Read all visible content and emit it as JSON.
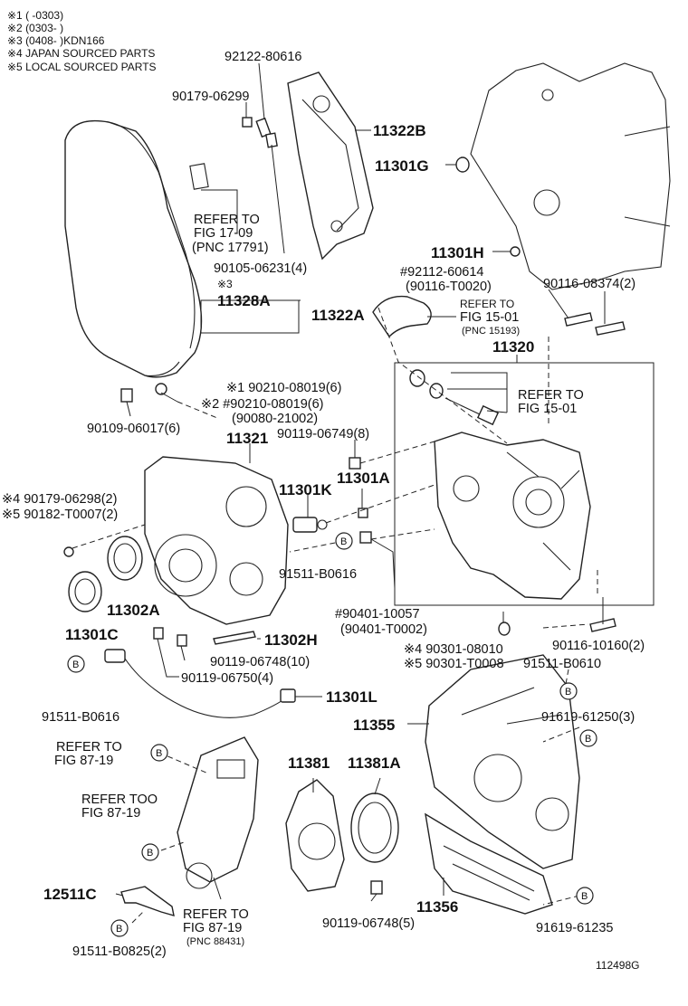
{
  "notes": [
    "※1 (      -0303)",
    "※2 (0303-      )",
    "※3 (0408-      )KDN166",
    "※4 JAPAN SOURCED PARTS",
    "※5 LOCAL SOURCED PARTS"
  ],
  "labels": {
    "p92122_80616": "92122-80616",
    "p90179_06299": "90179-06299",
    "p11322B": "11322B",
    "p11301G": "11301G",
    "refer_17_09_a": "REFER TO",
    "refer_17_09_b": "FIG 17-09",
    "refer_17_09_c": "(PNC 17791)",
    "p90105_06231": "90105-06231(4)",
    "p11301H": "11301H",
    "p92112_60614": "#92112-60614",
    "p90116_T0020": "(90116-T0020)",
    "p90116_08374": "90116-08374(2)",
    "mark3": "※3",
    "p11328A": "11328A",
    "p11322A": "11322A",
    "refer_15_01_a": "REFER TO",
    "refer_15_01_b": "FIG 15-01",
    "refer_15_01_c": "(PNC 15193)",
    "p11320": "11320",
    "p90210_08019_1": "※1 90210-08019(6)",
    "p90210_08019_2": "※2 #90210-08019(6)",
    "p90080_21002": "(90080-21002)",
    "refer_15_01b_a": "REFER TO",
    "refer_15_01b_b": "FIG 15-01",
    "p90109_06017": "90109-06017(6)",
    "p90119_06749": "90119-06749(8)",
    "p11321": "11321",
    "p11301A": "11301A",
    "p11301K": "11301K",
    "p90179_06298": "※4 90179-06298(2)",
    "p90182_T0007": "※5 90182-T0007(2)",
    "p91511_B0616_a": "91511-B0616",
    "p11302A": "11302A",
    "p11301C": "11301C",
    "p90401_10057": "#90401-10057",
    "p90401_T0002": "(90401-T0002)",
    "p11302H": "11302H",
    "p90119_06748_10": "90119-06748(10)",
    "p90301_08010": "※4 90301-08010",
    "p90301_T0008": "※5 90301-T0008",
    "p91511_B0610": "91511-B0610",
    "p90116_10160": "90116-10160(2)",
    "p90119_06750": "90119-06750(4)",
    "p11301L": "11301L",
    "p91511_B0616_b": "91511-B0616",
    "p11355": "11355",
    "p91619_61250": "91619-61250(3)",
    "refer_87_19_a1": "REFER TO",
    "refer_87_19_a2": "FIG 87-19",
    "refer_87_19_b1": "REFER TOO",
    "refer_87_19_b2": "FIG 87-19",
    "p11381": "11381",
    "p11381A": "11381A",
    "p12511C": "12511C",
    "refer_87_19_c1": "REFER TO",
    "refer_87_19_c2": "FIG 87-19",
    "refer_87_19_c3": "(PNC 88431)",
    "p11356": "11356",
    "p91619_61235": "91619-61235",
    "p90119_06748_5": "90119-06748(5)",
    "p91511_B0825": "91511-B0825(2)",
    "drawing_no": "112498G"
  },
  "badge_letter": "B"
}
